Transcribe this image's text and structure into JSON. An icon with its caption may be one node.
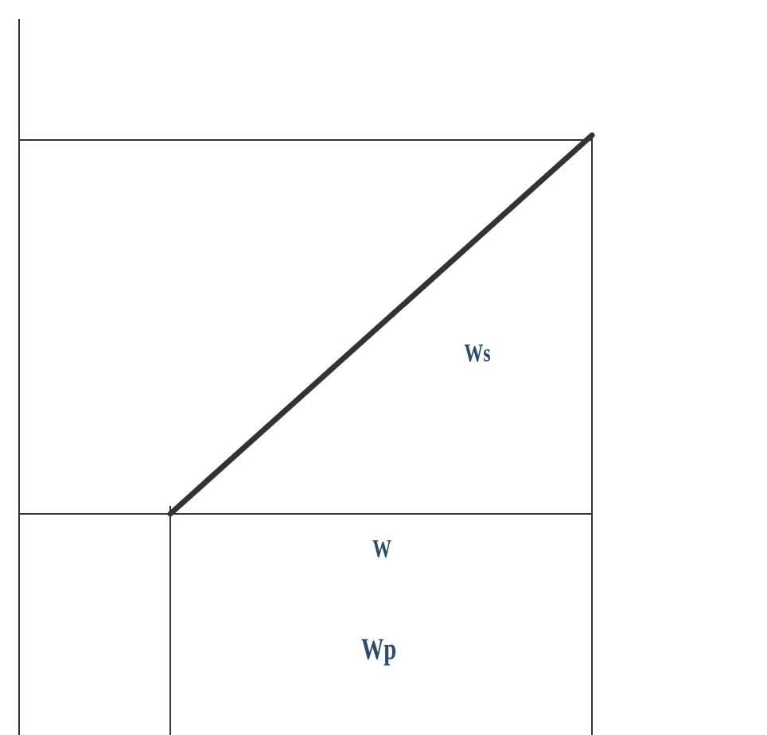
{
  "diagram": {
    "labels": [
      "Ws",
      "W",
      "Wp"
    ]
  }
}
